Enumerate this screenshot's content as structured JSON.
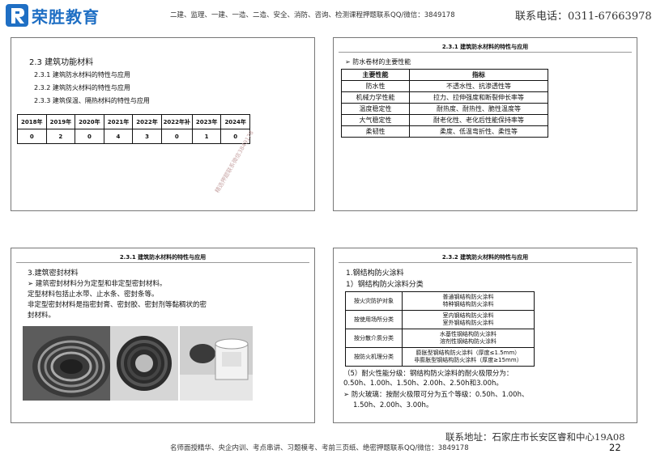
{
  "header": {
    "logo_text": "荣胜教育",
    "tagline": "二建、监理、一建、一造、二造、安全、消防、咨询、检测课程押题联系QQ/微信：3849178",
    "phone": "联系电话：0311-67663978"
  },
  "watermark": "精选押题联系微信3849178",
  "slide1": {
    "heading": "2.3  建筑功能材料",
    "items": [
      "2.3.1  建筑防水材料的特性与应用",
      "2.3.2  建筑防火材料的特性与应用",
      "2.3.3  建筑保温、隔热材料的特性与应用"
    ],
    "years": [
      "2018年",
      "2019年",
      "2020年",
      "2021年",
      "2022年",
      "2022年补",
      "2023年",
      "2024年"
    ],
    "counts": [
      "0",
      "2",
      "0",
      "4",
      "3",
      "0",
      "1",
      "0"
    ]
  },
  "slide2": {
    "title": "2.3.1 建筑防水材料的特性与应用",
    "subtitle": "防水卷材的主要性能",
    "table": {
      "headers": [
        "主要性能",
        "指标"
      ],
      "rows": [
        [
          "防水性",
          "不透水性、抗渗透性等"
        ],
        [
          "机械力学性能",
          "拉力、拉伸强度和断裂伸长率等"
        ],
        [
          "温度稳定性",
          "耐热度、耐热性、脆性温度等"
        ],
        [
          "大气稳定性",
          "耐老化性、老化后性能保持率等"
        ],
        [
          "柔韧性",
          "柔度、低温弯折性、柔性等"
        ]
      ]
    }
  },
  "slide3": {
    "title": "2.3.1 建筑防水材料的特性与应用",
    "heading": "3.建筑密封材料",
    "line1": "建筑密封材料分为定型和非定型密封材料。",
    "line2": "定型材料包括止水带、止水条、密封条等。",
    "line3": "非定型密封材料是指密封膏、密封胶、密封剂等黏稠状的密",
    "line4": "封材料。"
  },
  "slide4": {
    "title": "2.3.2 建筑防火材料的特性与应用",
    "heading": "1.钢结构防火涂料",
    "subheading": "1）钢结构防火涂料分类",
    "table": [
      {
        "category": "按火灾防护对象",
        "values": [
          "普通钢结构防火涂料",
          "特种钢结构防火涂料"
        ]
      },
      {
        "category": "按使用场所分类",
        "values": [
          "室内钢结构防火涂料",
          "室外钢结构防火涂料"
        ]
      },
      {
        "category": "按分散介质分类",
        "values": [
          "水基性钢结构防火涂料",
          "溶剂性钢结构防火涂料"
        ]
      },
      {
        "category": "按防火机理分类",
        "values": [
          "膨胀型钢结构防火涂料（厚度≤1.5mm）",
          "非膨胀型钢结构防火涂料（厚度≥15mm）"
        ]
      }
    ],
    "line1": "（5）耐火性能分级：钢结构防火涂料的耐火极限分为：",
    "line2": "0.50h、1.00h、1.50h、2.00h、2.50h和3.00h。",
    "line3": "防火玻璃：按耐火极限可分为五个等级：0.50h、1.00h、",
    "line4": "1.50h、2.00h、3.00h。"
  },
  "footer": {
    "address": "联系地址：石家庄市长安区睿和中心19A08",
    "tagline": "名师面授精华、央企内训、考点串讲、习题模考、考前三页纸、绝密押题联系QQ/微信：3849178",
    "page": "22"
  }
}
